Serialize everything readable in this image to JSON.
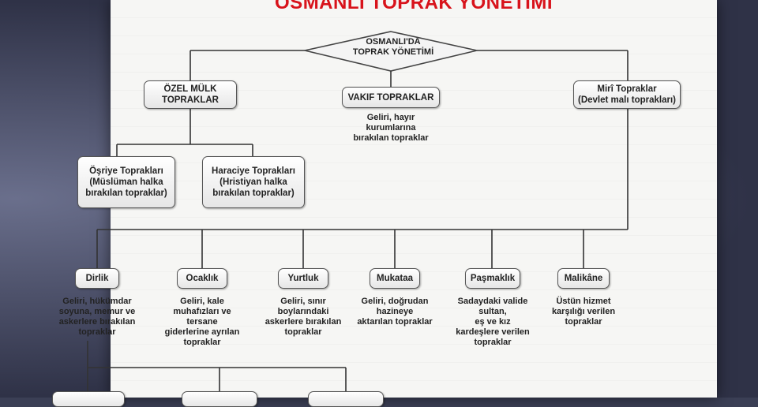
{
  "title": "OSMANLI TOPRAK YÖNETİMİ",
  "root": "OSMANLI'DA\nTOPRAK YÖNETİMİ",
  "level1": {
    "ozel_mulk": "ÖZEL MÜLK\nTOPRAKLAR",
    "vakif": "VAKIF TOPRAKLAR",
    "vakif_desc": "Geliri, hayır\nkurumlarına\nbırakılan topraklar",
    "miri": "Mirî Topraklar\n(Devlet malı toprakları)"
  },
  "ozel_children": {
    "osriye": "Öşriye Toprakları\n(Müslüman halka\nbırakılan topraklar)",
    "haraciye": "Haraciye Toprakları\n(Hristiyan halka\nbırakılan topraklar)"
  },
  "miri_children": [
    {
      "label": "Dirlik",
      "desc": "Geliri, hükümdar\nsoyuna, memur ve\naskerlere bırakılan\ntopraklar"
    },
    {
      "label": "Ocaklık",
      "desc": "Geliri, kale\nmuhafızları ve\ntersane\ngiderlerine ayrılan\ntopraklar"
    },
    {
      "label": "Yurtluk",
      "desc": "Geliri, sınır\nboylarındaki\naskerlere bırakılan\ntopraklar"
    },
    {
      "label": "Mukataa",
      "desc": "Geliri, doğrudan\nhazineye\naktarılan topraklar"
    },
    {
      "label": "Paşmaklık",
      "desc": "Sadaydaki valide\nsultan,\neş ve kız\nkardeşlere verilen\ntopraklar"
    },
    {
      "label": "Malikâne",
      "desc": "Üstün hizmet\nkarşılığı verilen\ntopraklar"
    }
  ]
}
